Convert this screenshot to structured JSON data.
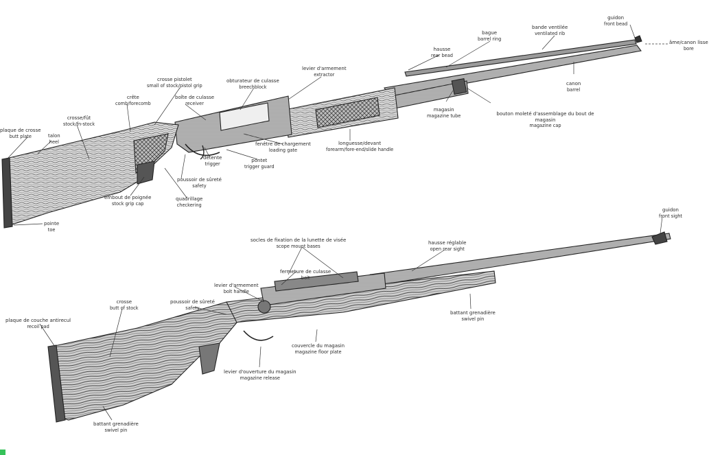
{
  "shotgun": {
    "front_bead": {
      "fr": "guidon",
      "en": "front bead"
    },
    "bore": {
      "fr": "âme/canon lisse",
      "en": "bore"
    },
    "ventilated_rib": {
      "fr": "bande ventilée",
      "en": "ventilated rib"
    },
    "barrel_ring": {
      "fr": "bague",
      "en": "barrel ring"
    },
    "rear_bead": {
      "fr": "hausse",
      "en": "rear bead"
    },
    "barrel": {
      "fr": "canon",
      "en": "barrel"
    },
    "extractor": {
      "fr": "levier d'armement",
      "en": "extractor"
    },
    "breechblock": {
      "fr": "obturateur de culasse",
      "en": "breechblock"
    },
    "receiver": {
      "fr": "boîte de culasse",
      "en": "receiver"
    },
    "pistol_grip": {
      "fr": "crosse pistolet",
      "en": "small of stock/pistol grip"
    },
    "comb": {
      "fr": "crête",
      "en": "comb/forecomb"
    },
    "stock": {
      "fr": "crosse/fût",
      "en": "stock/fn-stock"
    },
    "butt_plate": {
      "fr": "plaque de crosse",
      "en": "butt plate"
    },
    "heel": {
      "fr": "talon",
      "en": "heel"
    },
    "magazine_tube": {
      "fr": "magasin",
      "en": "magazine tube"
    },
    "magazine_cap": {
      "fr": "bouton moleté d'assemblage du bout de magasin",
      "en": "magazine cap"
    },
    "loading_gate": {
      "fr": "fenêtre de chargement",
      "en": "loading gate"
    },
    "forearm": {
      "fr": "longuesse/devant",
      "en": "forearm/fore-end/slide handle"
    },
    "trigger": {
      "fr": "détente",
      "en": "trigger"
    },
    "trigger_guard": {
      "fr": "pontet",
      "en": "trigger guard"
    },
    "safety": {
      "fr": "poussoir de sûreté",
      "en": "safety"
    },
    "checkering": {
      "fr": "quadrillage",
      "en": "checkering"
    },
    "grip_cap": {
      "fr": "embout de poignée",
      "en": "stock grip cap"
    },
    "toe": {
      "fr": "pointe",
      "en": "toe"
    }
  },
  "rifle": {
    "front_sight": {
      "fr": "guidon",
      "en": "front sight"
    },
    "scope_bases": {
      "fr": "socles de fixation de la lunette de visée",
      "en": "scope mount bases"
    },
    "rear_sight": {
      "fr": "hausse réglable",
      "en": "open rear sight"
    },
    "bolt": {
      "fr": "fermeture de culasse",
      "en": "bolt"
    },
    "bolt_handle": {
      "fr": "levier d'armement",
      "en": "bolt handle"
    },
    "safety": {
      "fr": "poussoir de sûreté",
      "en": "safety"
    },
    "butt_stock": {
      "fr": "crosse",
      "en": "butt of stock"
    },
    "recoil_pad": {
      "fr": "plaque de couche antirecul",
      "en": "recoil pad"
    },
    "swivel_front": {
      "fr": "battant grenadière",
      "en": "swivel pin"
    },
    "floor_plate": {
      "fr": "couvercle du magasin",
      "en": "magazine floor plate"
    },
    "magazine_release": {
      "fr": "levier d'ouverture du magasin",
      "en": "magazine release"
    },
    "swivel_rear": {
      "fr": "battant grenadière",
      "en": "swivel pin"
    }
  }
}
